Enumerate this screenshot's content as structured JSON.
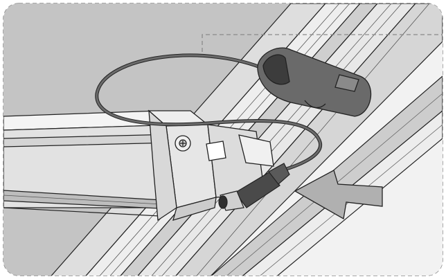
{
  "figure": {
    "kind": "technical-illustration",
    "subject": "cable-plug-insertion",
    "text": "",
    "colors": {
      "background_panel": "#c4c4c4",
      "metal_light": "#ececec",
      "metal_mid": "#d2d2d2",
      "metal_dark": "#9a9a9a",
      "plug_body": "#6a6a6a",
      "plug_dark": "#3c3c3c",
      "cable": "#6b6b6b",
      "outline": "#222222",
      "arrow_fill": "#b0b0b0",
      "frame_dash": "#8a8a8a"
    },
    "icons": [
      "frame-border",
      "rail",
      "bracket",
      "plug",
      "cable",
      "insert-arrow"
    ]
  }
}
